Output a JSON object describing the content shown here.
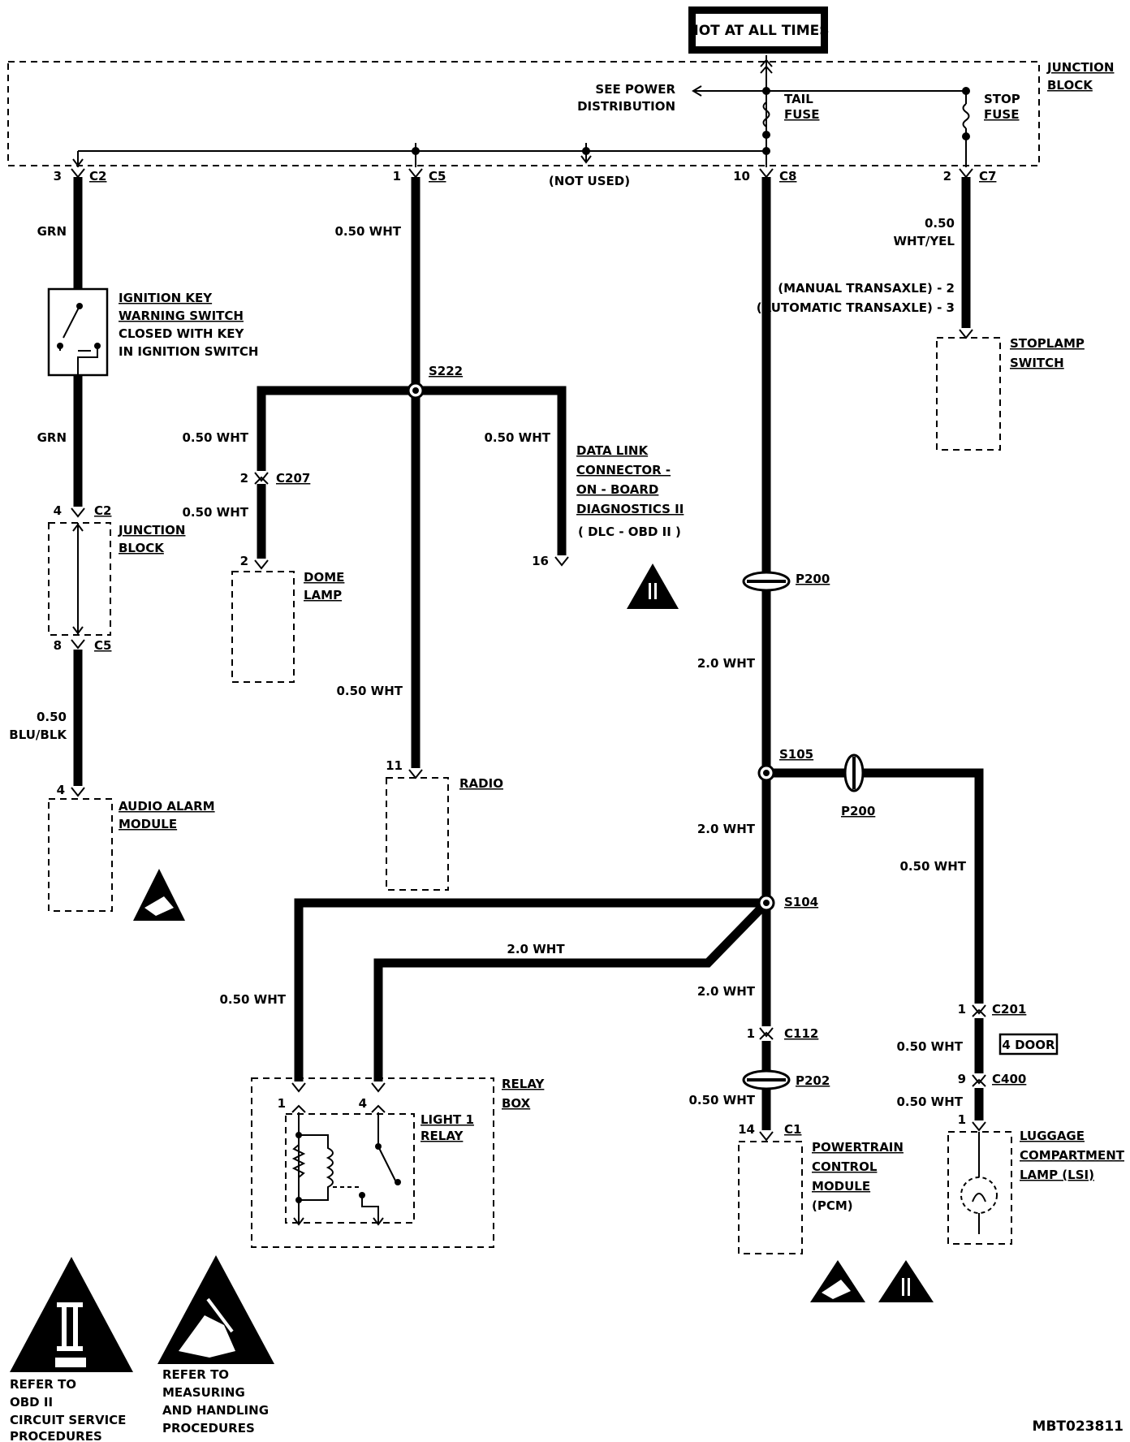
{
  "header": {
    "hot": "HOT AT ALL TIMES"
  },
  "junction_block_top": {
    "label1": "JUNCTION",
    "label2": "BLOCK"
  },
  "power": {
    "label1": "SEE POWER",
    "label2": "DISTRIBUTION"
  },
  "tail_fuse": {
    "line1": "TAIL",
    "line2": "FUSE",
    "rating": ""
  },
  "stop_fuse": {
    "line1": "STOP",
    "line2": "FUSE",
    "rating": ""
  },
  "not_used": "(NOT USED)",
  "connectors": {
    "c2_top": {
      "pin": "3",
      "name": "C2"
    },
    "c5_top": {
      "pin": "1",
      "name": "C5"
    },
    "c8_top": {
      "pin": "10",
      "name": "C8"
    },
    "c7_top": {
      "pin": "2",
      "name": "C7"
    },
    "c207": {
      "pin": "2",
      "name": "C207"
    },
    "dome": {
      "pin": "2"
    },
    "dlc": {
      "pin": "16"
    },
    "c2_jb": {
      "pin": "4",
      "name": "C2"
    },
    "c5_jb": {
      "pin": "8",
      "name": "C5"
    },
    "alarm": {
      "pin": "4"
    },
    "radio": {
      "pin": "11"
    },
    "relay1": {
      "pin": "1"
    },
    "relay4": {
      "pin": "4"
    },
    "c112": {
      "pin": "1",
      "name": "C112"
    },
    "c1": {
      "pin": "14",
      "name": "C1"
    },
    "c201": {
      "pin": "1",
      "name": "C201"
    },
    "c400": {
      "pin": "9",
      "name": "C400"
    },
    "lsi": {
      "pin": "1"
    }
  },
  "wires": {
    "grn1": "GRN",
    "grn2": "GRN",
    "wht_c5": "0.50 WHT",
    "wht_dome1": "0.50 WHT",
    "wht_dome2": "0.50 WHT",
    "wht_dlc": "0.50 WHT",
    "wht_radio": "0.50 WHT",
    "blu_blk1": "0.50",
    "blu_blk2": "BLU/BLK",
    "wht_yel1": "0.50",
    "wht_yel2": "WHT/YEL",
    "wht20_a": "2.0 WHT",
    "wht20_b": "2.0 WHT",
    "wht20_c": "2.0 WHT",
    "wht20_relay": "2.0 WHT",
    "wht_relay": "0.50 WHT",
    "wht_pcm": "0.50 WHT",
    "wht_lsi1": "0.50 WHT",
    "wht_lsi2": "0.50 WHT",
    "wht_lsi3": "0.50 WHT"
  },
  "transaxle": {
    "manual": "(MANUAL TRANSAXLE) - 2",
    "automatic": "(AUTOMATIC TRANSAXLE) - 3"
  },
  "splices": {
    "s222": "S222",
    "s105": "S105",
    "s104": "S104"
  },
  "inline": {
    "p200a": "P200",
    "p200b": "P200",
    "p202": "P202"
  },
  "components": {
    "ignition": [
      "IGNITION KEY",
      "WARNING SWITCH",
      "CLOSED WITH KEY",
      "IN IGNITION SWITCH"
    ],
    "junction_mid": [
      "JUNCTION",
      "BLOCK"
    ],
    "alarm": [
      "AUDIO ALARM",
      "MODULE"
    ],
    "dome": [
      "DOME",
      "LAMP"
    ],
    "radio": [
      "RADIO"
    ],
    "dlc": [
      "DATA LINK",
      "CONNECTOR -",
      "ON - BOARD",
      "DIAGNOSTICS II",
      "( DLC - OBD II )"
    ],
    "stoplamp": [
      "STOPLAMP",
      "SWITCH"
    ],
    "relay_box": [
      "RELAY",
      "BOX"
    ],
    "light_relay": [
      "LIGHT 1",
      "RELAY"
    ],
    "pcm": [
      "POWERTRAIN",
      "CONTROL",
      "MODULE",
      "(PCM)"
    ],
    "lsi": [
      "LUGGAGE",
      "COMPARTMENT",
      "LAMP (LSI)"
    ]
  },
  "four_door": "4 DOOR",
  "legend": {
    "obd_badge": "",
    "obd": [
      "REFER TO",
      "OBD II",
      "CIRCUIT SERVICE",
      "PROCEDURES"
    ],
    "esd": [
      "REFER TO",
      "MEASURING",
      "AND HANDLING",
      "PROCEDURES"
    ]
  },
  "figure_id": "MBT023811"
}
